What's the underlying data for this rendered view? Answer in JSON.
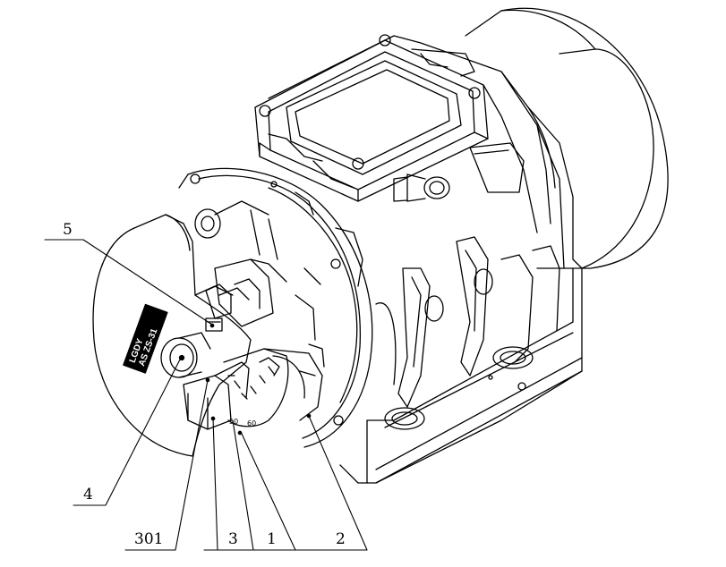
{
  "callouts": {
    "label_5": "5",
    "label_4": "4",
    "label_301": "301",
    "label_3": "3",
    "label_1": "1",
    "label_2": "2"
  },
  "nameplate": {
    "line1": "LGDY",
    "line2": "AS ZS-31"
  },
  "dial": {
    "tick_a": "50",
    "tick_b": "60"
  },
  "colors": {
    "line": "#000000",
    "paper": "#ffffff",
    "plate": "#000000"
  }
}
